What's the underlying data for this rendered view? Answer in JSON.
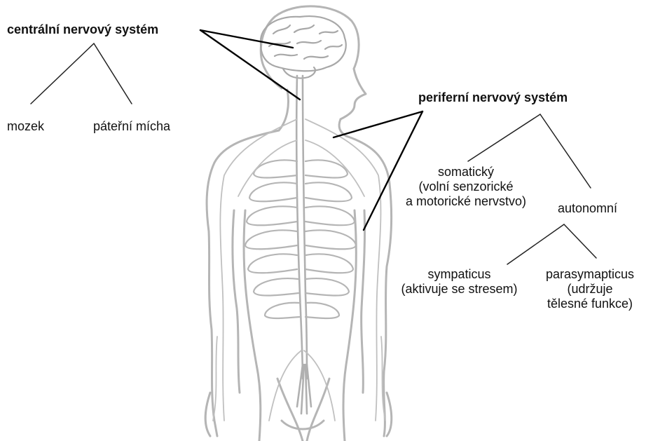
{
  "diagram": {
    "cns": {
      "title": "centrální nervový systém",
      "children": [
        "mozek",
        "páteřní mícha"
      ]
    },
    "pns": {
      "title": "periferní nervový systém",
      "somatic": [
        "somatický",
        "(volní senzorické",
        "a motorické nervstvo)"
      ],
      "autonomic": "autonomní",
      "sympathetic": [
        "sympaticus",
        "(aktivuje se stresem)"
      ],
      "parasympathetic": [
        "parasymapticus",
        "(udržuje",
        "tělesné funkce)"
      ]
    }
  },
  "colors": {
    "figure_stroke": "#b5b5b5",
    "connector": "#000000",
    "tree_line": "#222222",
    "text": "#111111"
  }
}
